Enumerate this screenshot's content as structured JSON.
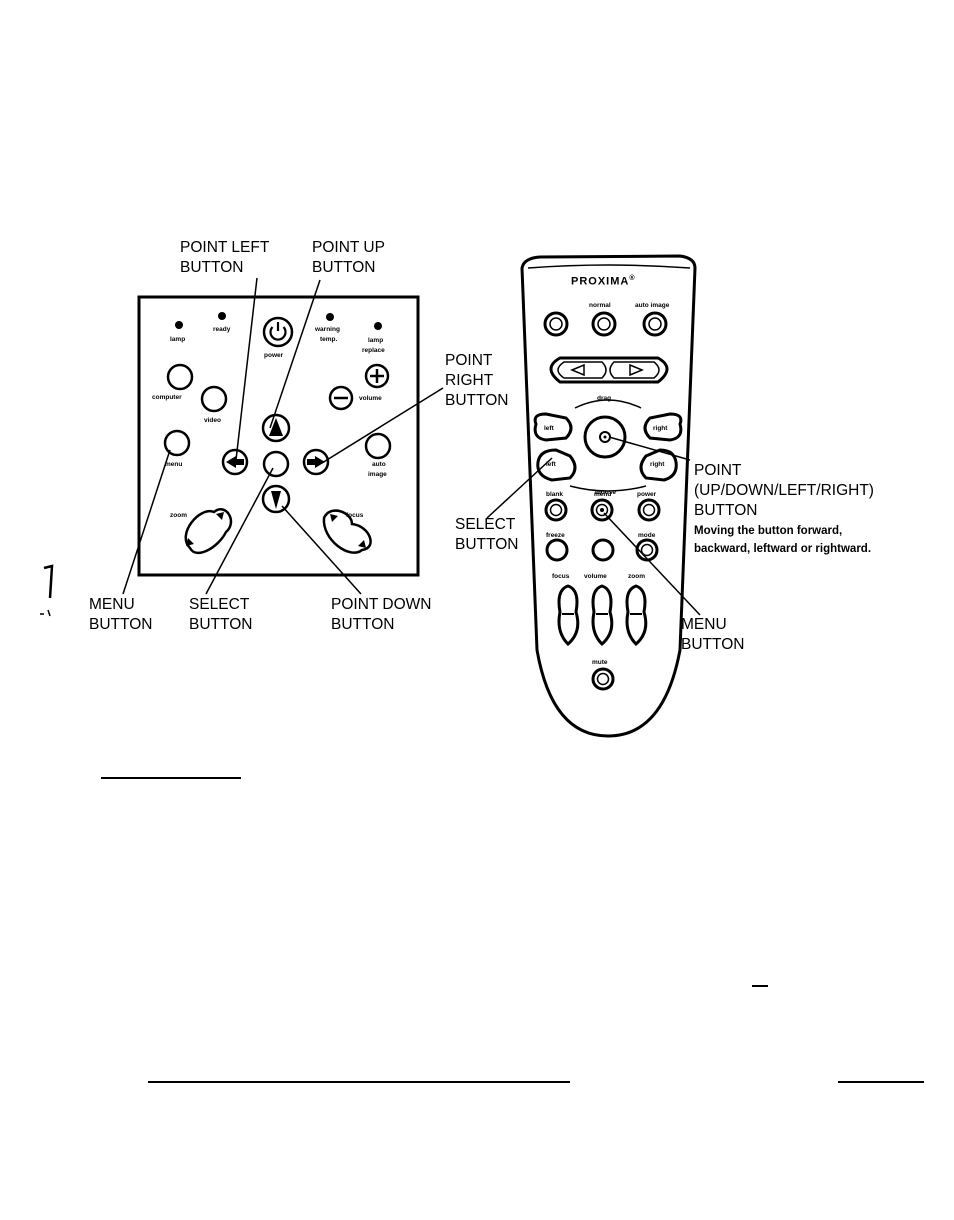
{
  "panel": {
    "led_lamp": "lamp",
    "led_ready": "ready",
    "led_warning": "warning",
    "led_warning2": "temp.",
    "led_lamp_replace": "lamp",
    "led_lamp_replace2": "replace",
    "power": "power",
    "computer": "computer",
    "video": "video",
    "volume": "volume",
    "menu": "menu",
    "auto_image": "auto",
    "auto_image2": "image",
    "zoom": "zoom",
    "focus": "focus"
  },
  "remote": {
    "brand": "PROXIMA",
    "reg": "®",
    "normal": "normal",
    "auto_image": "auto image",
    "drag": "drag",
    "left": "left",
    "right": "right",
    "mouse": "mouse",
    "blank": "blank",
    "menu": "menu",
    "power": "power",
    "freeze": "freeze",
    "mode": "mode",
    "focus": "focus",
    "volume": "volume",
    "zoom": "zoom",
    "mute": "mute"
  },
  "labels": {
    "point_left": [
      "POINT LEFT",
      "BUTTON"
    ],
    "point_up": [
      "POINT UP",
      "BUTTON"
    ],
    "point_right": [
      "POINT",
      "RIGHT",
      "BUTTON"
    ],
    "menu_panel": [
      "MENU",
      "BUTTON"
    ],
    "select_panel": [
      "SELECT",
      "BUTTON"
    ],
    "point_down": [
      "POINT DOWN",
      "BUTTON"
    ],
    "point_remote": [
      "POINT",
      "(UP/DOWN/LEFT/RIGHT)",
      "BUTTON"
    ],
    "point_remote_note": [
      "Moving the button forward,",
      "backward, leftward or rightward."
    ],
    "select_remote": [
      "SELECT",
      "BUTTON"
    ],
    "menu_remote": [
      "MENU",
      "BUTTON"
    ]
  }
}
